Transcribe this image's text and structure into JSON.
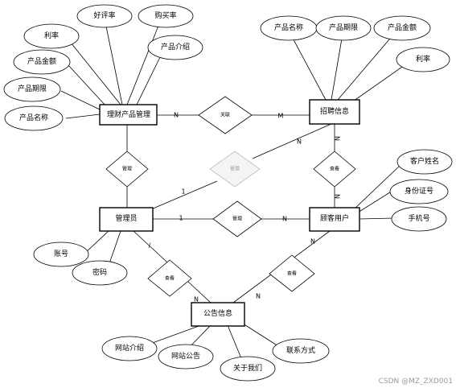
{
  "entities": {
    "product": "理财产品管理",
    "recruit": "招聘信息",
    "admin": "管理员",
    "customer": "顾客用户",
    "notice": "公告信息"
  },
  "attributes": {
    "product": [
      "利率",
      "好评率",
      "购买率",
      "产品介绍",
      "产品金额",
      "产品期限",
      "产品名称"
    ],
    "recruit": [
      "产品名称",
      "产品期限",
      "产品金额",
      "利率"
    ],
    "customer": [
      "客户姓名",
      "身份证号",
      "手机号"
    ],
    "admin": [
      "账号",
      "密码"
    ],
    "notice": [
      "网站介绍",
      "网站公告",
      "关于我们",
      "联系方式"
    ]
  },
  "relationships": {
    "link": "关联",
    "manage_product": "管理",
    "manage_recruit": "管理",
    "view_recruit": "查看",
    "manage_customer": "管理",
    "admin_notice": "查看",
    "customer_notice": "查看"
  },
  "cardinality": {
    "product_link": "N",
    "link_recruit": "M",
    "admin_manage_recruit": "1",
    "manage_recruit_to_recruit": "N",
    "recruit_view": "N",
    "view_customer": "N",
    "admin_manage_customer": "1",
    "manage_customer_to_customer": "N",
    "admin_notice_top": "/",
    "admin_notice_bottom": "N",
    "customer_notice_top": "N",
    "customer_notice_bottom": "N"
  },
  "watermark": "CSDN @MZ_ZXD001"
}
